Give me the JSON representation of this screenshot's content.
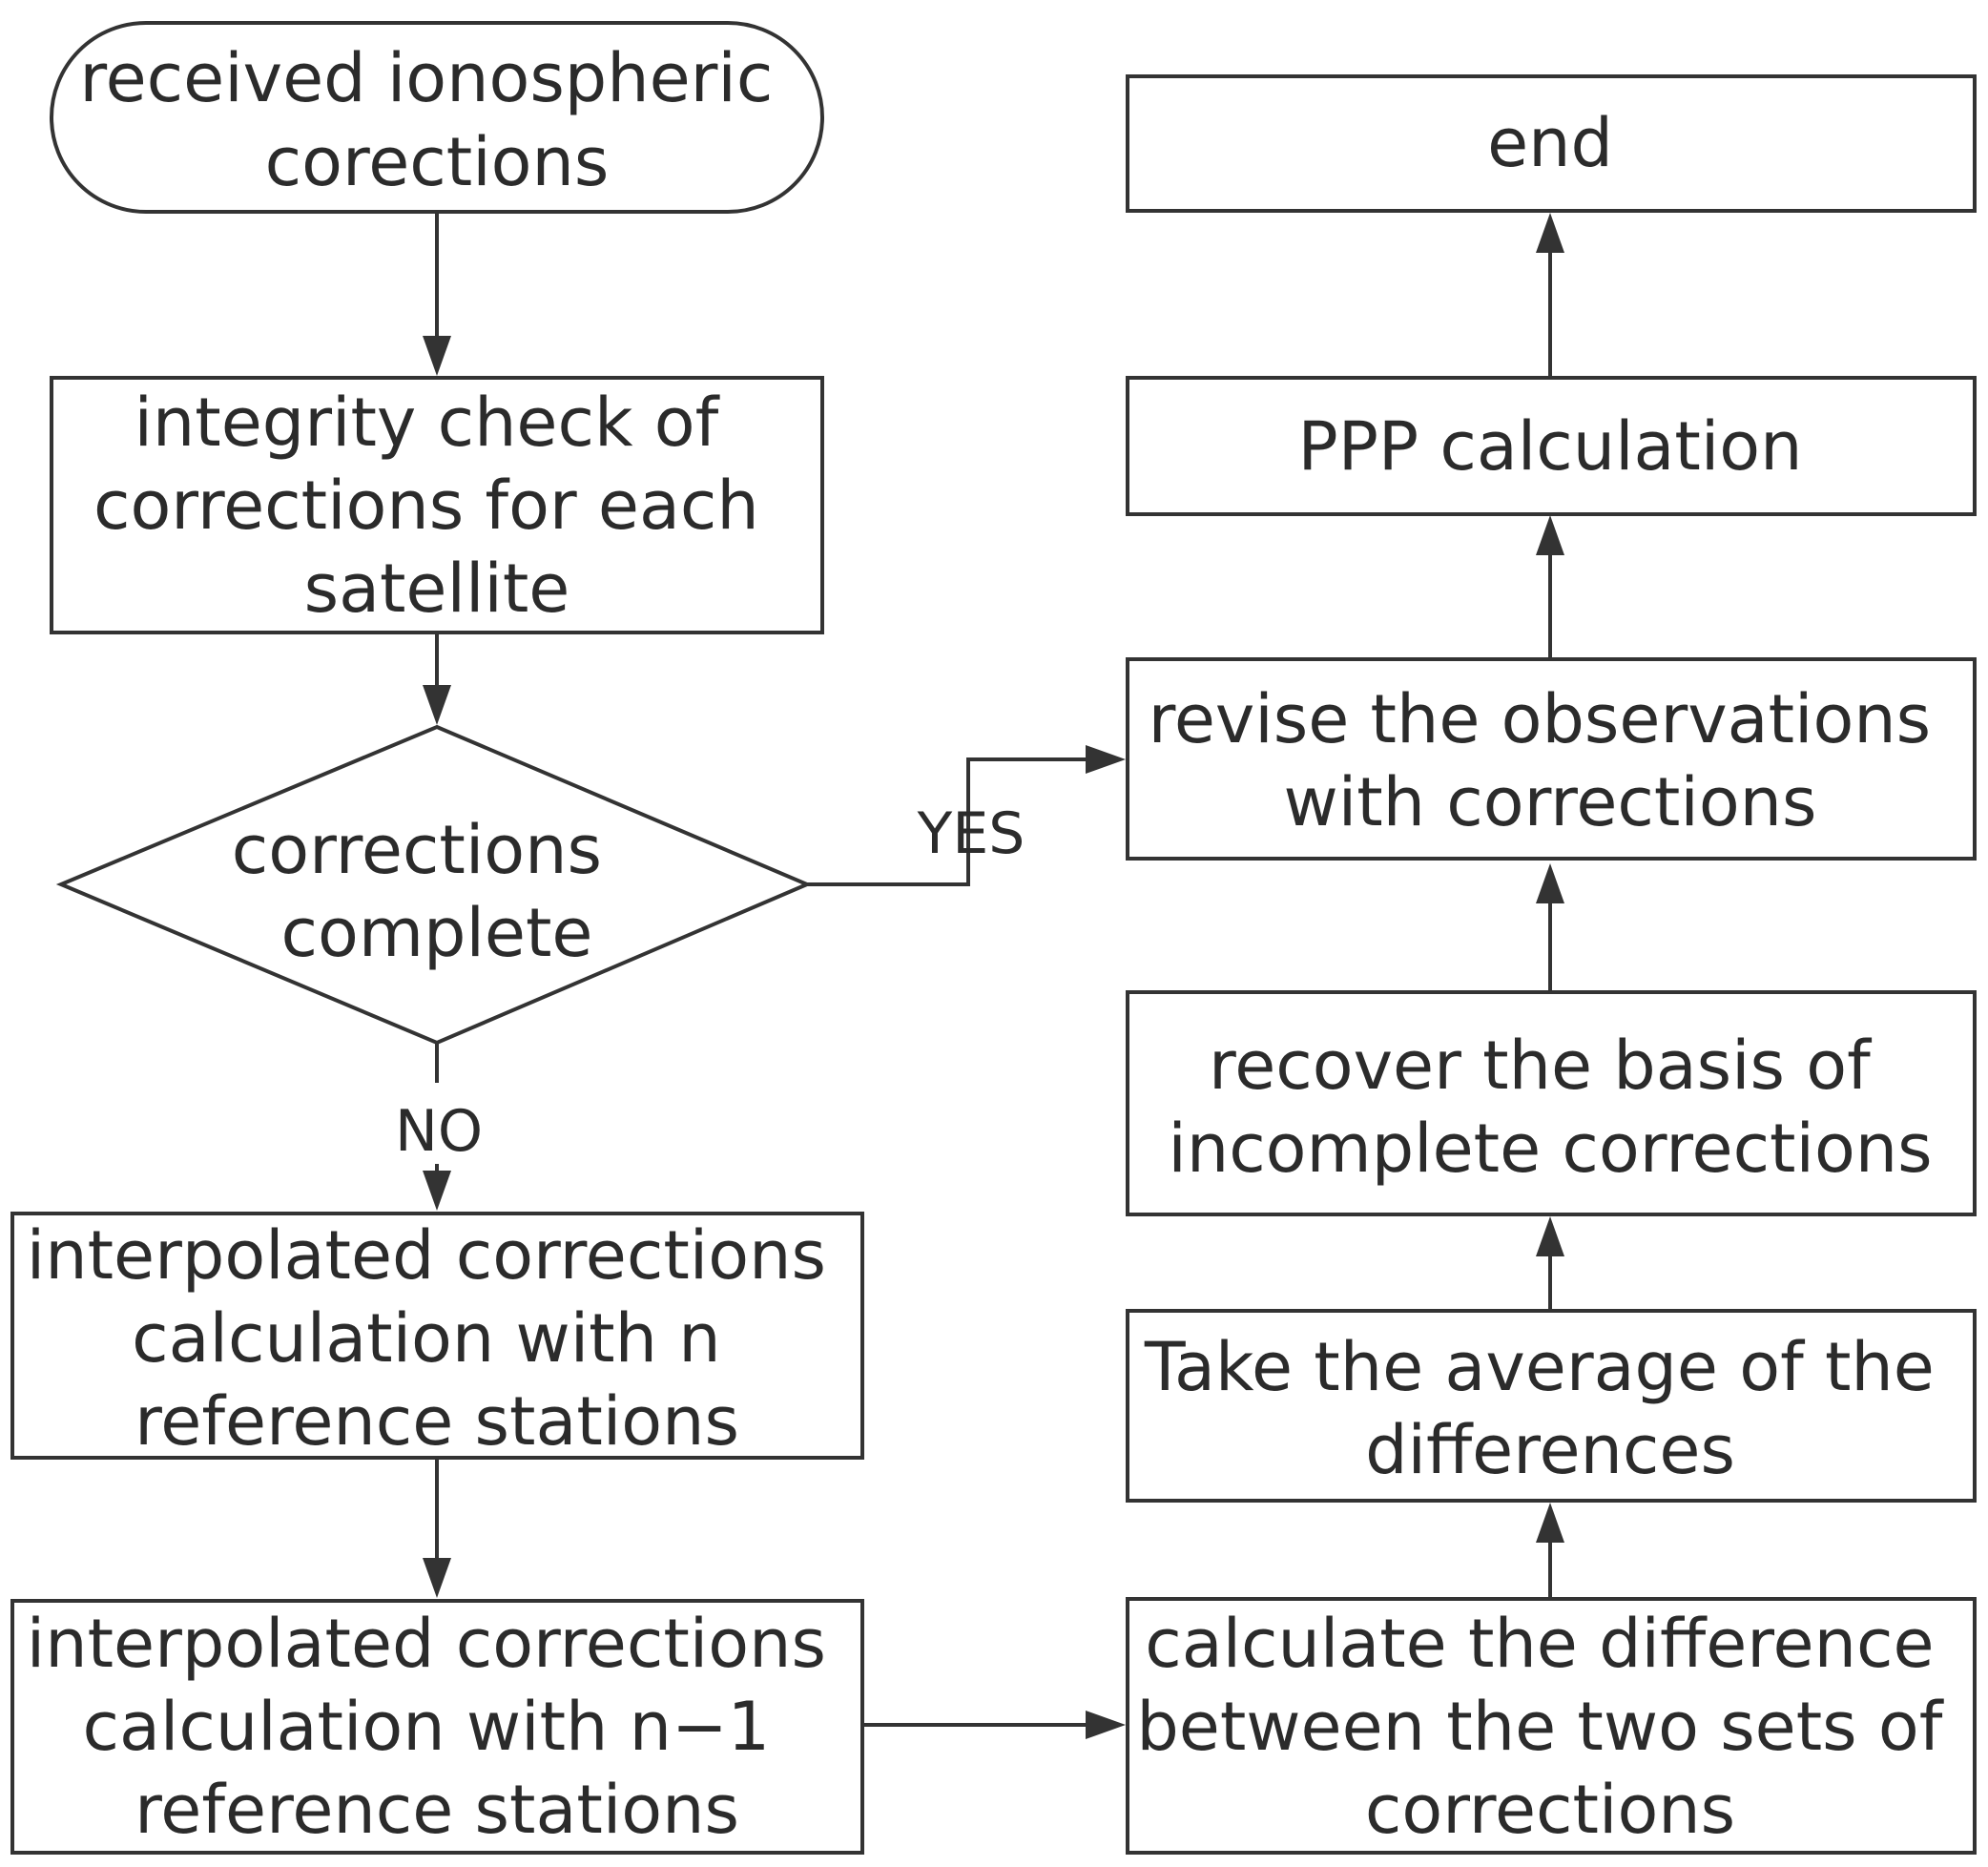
{
  "diagram": {
    "nodes": {
      "start": {
        "lines": [
          "received ionospheric",
          "corections"
        ]
      },
      "integrity": {
        "lines": [
          "integrity check of",
          "corrections for each",
          "satellite"
        ]
      },
      "decision": {
        "lines": [
          "corrections",
          "complete"
        ]
      },
      "interp_n": {
        "lines": [
          "interpolated corrections",
          "calculation with n",
          "reference stations"
        ]
      },
      "interp_n1": {
        "lines": [
          "interpolated corrections",
          "calculation with n−1",
          "reference stations"
        ]
      },
      "difference": {
        "lines": [
          "calculate the difference",
          "between the two sets of",
          "corrections"
        ]
      },
      "average": {
        "lines": [
          "Take the average of the",
          "differences"
        ]
      },
      "recover": {
        "lines": [
          "recover the basis of",
          "incomplete corrections"
        ]
      },
      "revise": {
        "lines": [
          "revise the observations",
          "with corrections"
        ]
      },
      "ppp": {
        "lines": [
          "PPP calculation"
        ]
      },
      "end": {
        "lines": [
          "end"
        ]
      }
    },
    "edges": {
      "yes_label": "YES",
      "no_label": "NO"
    }
  }
}
